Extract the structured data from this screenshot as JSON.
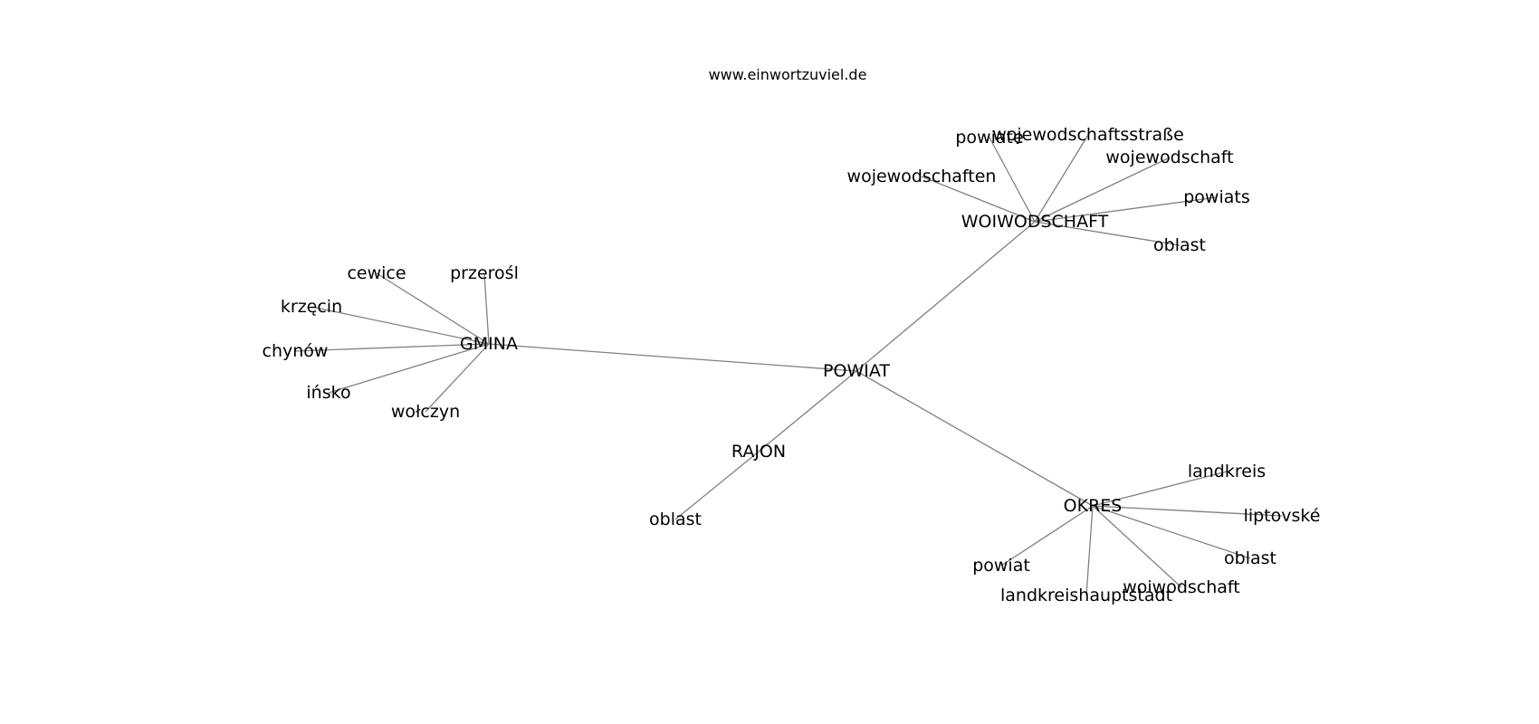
{
  "header": {
    "site": "www.einwortzuviel.de"
  },
  "graph": {
    "edge_color": "#808080",
    "text_color": "#000000",
    "nodes": [
      {
        "id": "powiat_center",
        "label": "POWIAT"
      },
      {
        "id": "gmina",
        "label": "GMINA"
      },
      {
        "id": "woiwodschaft",
        "label": "WOIWODSCHAFT"
      },
      {
        "id": "rajon",
        "label": "RAJON"
      },
      {
        "id": "okres",
        "label": "OKRES"
      },
      {
        "id": "cewice",
        "label": "cewice"
      },
      {
        "id": "przerosl",
        "label": "przerośl"
      },
      {
        "id": "krzecin",
        "label": "krzęcin"
      },
      {
        "id": "chynow",
        "label": "chynów"
      },
      {
        "id": "insko",
        "label": "ińsko"
      },
      {
        "id": "wolczyn",
        "label": "wołczyn"
      },
      {
        "id": "powiate",
        "label": "powiate"
      },
      {
        "id": "wojewodschaftsstrasse",
        "label": "wojewodschaftsstraße"
      },
      {
        "id": "wojewodschaft_w",
        "label": "wojewodschaft"
      },
      {
        "id": "wojewodschaften",
        "label": "wojewodschaften"
      },
      {
        "id": "powiats",
        "label": "powiats"
      },
      {
        "id": "oblast_w",
        "label": "oblast"
      },
      {
        "id": "oblast_r",
        "label": "oblast"
      },
      {
        "id": "landkreis",
        "label": "landkreis"
      },
      {
        "id": "liptovske",
        "label": "liptovské"
      },
      {
        "id": "oblast_o",
        "label": "oblast"
      },
      {
        "id": "woiwodschaft_o",
        "label": "woiwodschaft"
      },
      {
        "id": "landkreishauptstadt",
        "label": "landkreishauptstadt"
      },
      {
        "id": "powiat_o",
        "label": "powiat"
      }
    ],
    "edges": [
      [
        "powiat_center",
        "gmina"
      ],
      [
        "powiat_center",
        "woiwodschaft"
      ],
      [
        "powiat_center",
        "rajon"
      ],
      [
        "powiat_center",
        "okres"
      ],
      [
        "gmina",
        "cewice"
      ],
      [
        "gmina",
        "przerosl"
      ],
      [
        "gmina",
        "krzecin"
      ],
      [
        "gmina",
        "chynow"
      ],
      [
        "gmina",
        "insko"
      ],
      [
        "gmina",
        "wolczyn"
      ],
      [
        "woiwodschaft",
        "powiate"
      ],
      [
        "woiwodschaft",
        "wojewodschaftsstrasse"
      ],
      [
        "woiwodschaft",
        "wojewodschaft_w"
      ],
      [
        "woiwodschaft",
        "wojewodschaften"
      ],
      [
        "woiwodschaft",
        "powiats"
      ],
      [
        "woiwodschaft",
        "oblast_w"
      ],
      [
        "rajon",
        "oblast_r"
      ],
      [
        "okres",
        "landkreis"
      ],
      [
        "okres",
        "liptovske"
      ],
      [
        "okres",
        "oblast_o"
      ],
      [
        "okres",
        "woiwodschaft_o"
      ],
      [
        "okres",
        "landkreishauptstadt"
      ],
      [
        "okres",
        "powiat_o"
      ]
    ]
  }
}
